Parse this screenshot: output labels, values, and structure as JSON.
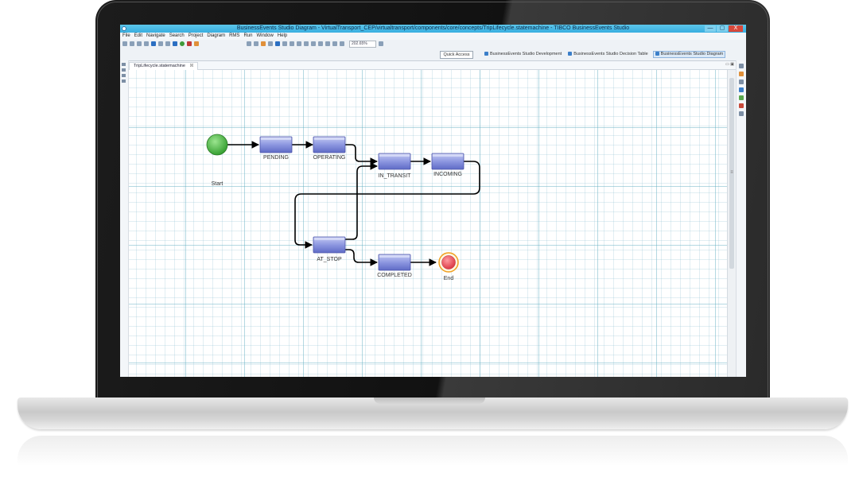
{
  "window": {
    "title": "BusinessEvents Studio Diagram - VirtualTransport_CEP/virtualtransport/components/core/concepts/TripLifecycle.statemachine - TIBCO BusinessEvents Studio",
    "controls": [
      "—",
      "▢",
      "X"
    ]
  },
  "menu": {
    "items": [
      "File",
      "Edit",
      "Navigate",
      "Search",
      "Project",
      "Diagram",
      "RMS",
      "Run",
      "Window",
      "Help"
    ]
  },
  "toolbar": {
    "zoom_value": "202.65%"
  },
  "perspectives": {
    "quick_access": "Quick Access",
    "tabs": [
      {
        "label": "BusinessEvents Studio Development",
        "active": false
      },
      {
        "label": "BusinessEvents Studio Decision Table",
        "active": false
      },
      {
        "label": "BusinessEvents Studio Diagram",
        "active": true
      }
    ]
  },
  "editor": {
    "tab_label": "TripLifecycle.statemachine",
    "tab_close": "☒"
  },
  "diagram": {
    "states": {
      "start": "Start",
      "pending": "PENDING",
      "operating": "OPERATING",
      "in_transit": "IN_TRANSIT",
      "incoming": "INCOMING",
      "at_stop": "AT_STOP",
      "completed": "COMPLETED",
      "end": "End"
    },
    "colors": {
      "start": "#3fae3a",
      "end": "#e8505a",
      "end_ring": "#f0a020",
      "state_fill": "#7a86d8",
      "arrow": "#000000"
    }
  }
}
